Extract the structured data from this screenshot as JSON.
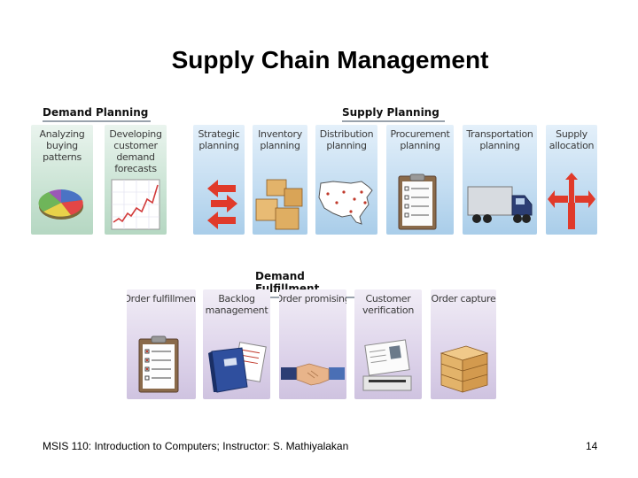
{
  "title": "Supply Chain Management",
  "sections": {
    "demand_planning": "Demand Planning",
    "supply_planning": "Supply Planning",
    "demand_fulfillment": "Demand Fulfillment"
  },
  "demand_planning_items": [
    {
      "label": "Analyzing buying patterns",
      "icon": "pie-chart-icon"
    },
    {
      "label": "Developing customer demand forecasts",
      "icon": "line-graph-icon"
    }
  ],
  "supply_planning_items": [
    {
      "label": "Strategic planning",
      "icon": "arrows-icon"
    },
    {
      "label": "Inventory planning",
      "icon": "boxes-icon"
    },
    {
      "label": "Distribution planning",
      "icon": "us-map-icon"
    },
    {
      "label": "Procurement planning",
      "icon": "clipboard-icon"
    },
    {
      "label": "Transportation planning",
      "icon": "truck-icon"
    },
    {
      "label": "Supply allocation",
      "icon": "split-arrow-icon"
    }
  ],
  "demand_fulfillment_items": [
    {
      "label": "Order fulfillment",
      "icon": "checklist-icon"
    },
    {
      "label": "Backlog management",
      "icon": "binder-icon"
    },
    {
      "label": "Order promising",
      "icon": "handshake-icon"
    },
    {
      "label": "Customer verification",
      "icon": "id-document-icon"
    },
    {
      "label": "Order capture",
      "icon": "crate-icon"
    }
  ],
  "footer": {
    "course": "MSIS 110:  Introduction to Computers;  Instructor: S. Mathiyalakan",
    "page": "14"
  }
}
